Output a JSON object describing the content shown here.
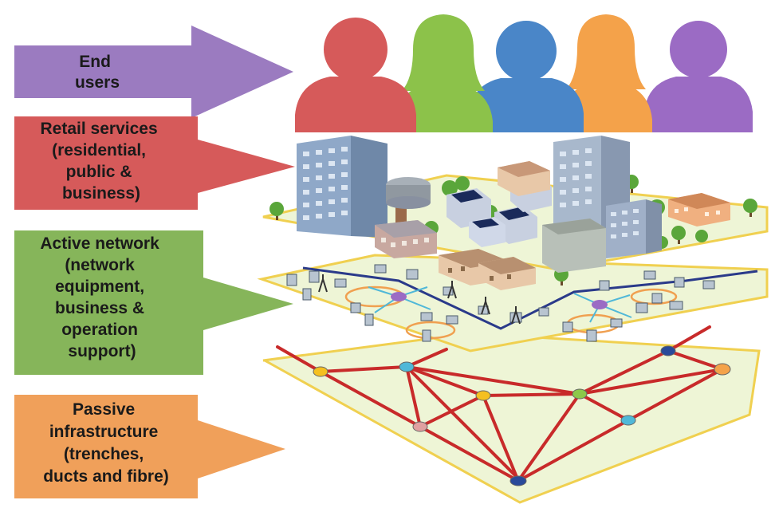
{
  "layers": [
    {
      "id": "end-users",
      "lines": [
        "End",
        "users"
      ],
      "color": "#9b7bc0"
    },
    {
      "id": "retail-services",
      "lines": [
        "Retail services",
        "(residential,",
        "public &",
        "business)"
      ],
      "color": "#d65a5a"
    },
    {
      "id": "active-network",
      "lines": [
        "Active network",
        "(network",
        "equipment,",
        "business &",
        "operation",
        "support)"
      ],
      "color": "#86b55a"
    },
    {
      "id": "passive-infrastructure",
      "lines": [
        "Passive",
        "infrastructure",
        "(trenches,",
        "ducts and fibre)"
      ],
      "color": "#f0a05a"
    }
  ],
  "users": [
    {
      "id": "red",
      "color": "#d65a5a",
      "shape": "male"
    },
    {
      "id": "green",
      "color": "#8cc24a",
      "shape": "female"
    },
    {
      "id": "blue",
      "color": "#4a86c8",
      "shape": "male"
    },
    {
      "id": "orange",
      "color": "#f4a24a",
      "shape": "female"
    },
    {
      "id": "purple",
      "color": "#9b6bc4",
      "shape": "male"
    }
  ],
  "colors": {
    "plane_fill": "#eef5d6",
    "plane_border": "#f0d050",
    "fibre_line": "#c82a2a",
    "network_line": "#2a3a8a",
    "orange_ring": "#f0a050",
    "node_yellow": "#f5c020",
    "node_cyan": "#50b8d8",
    "node_pink": "#e0a0a0",
    "node_green": "#8cc84a",
    "node_blue": "#2a4a9a",
    "node_orange": "#f4a24a"
  }
}
